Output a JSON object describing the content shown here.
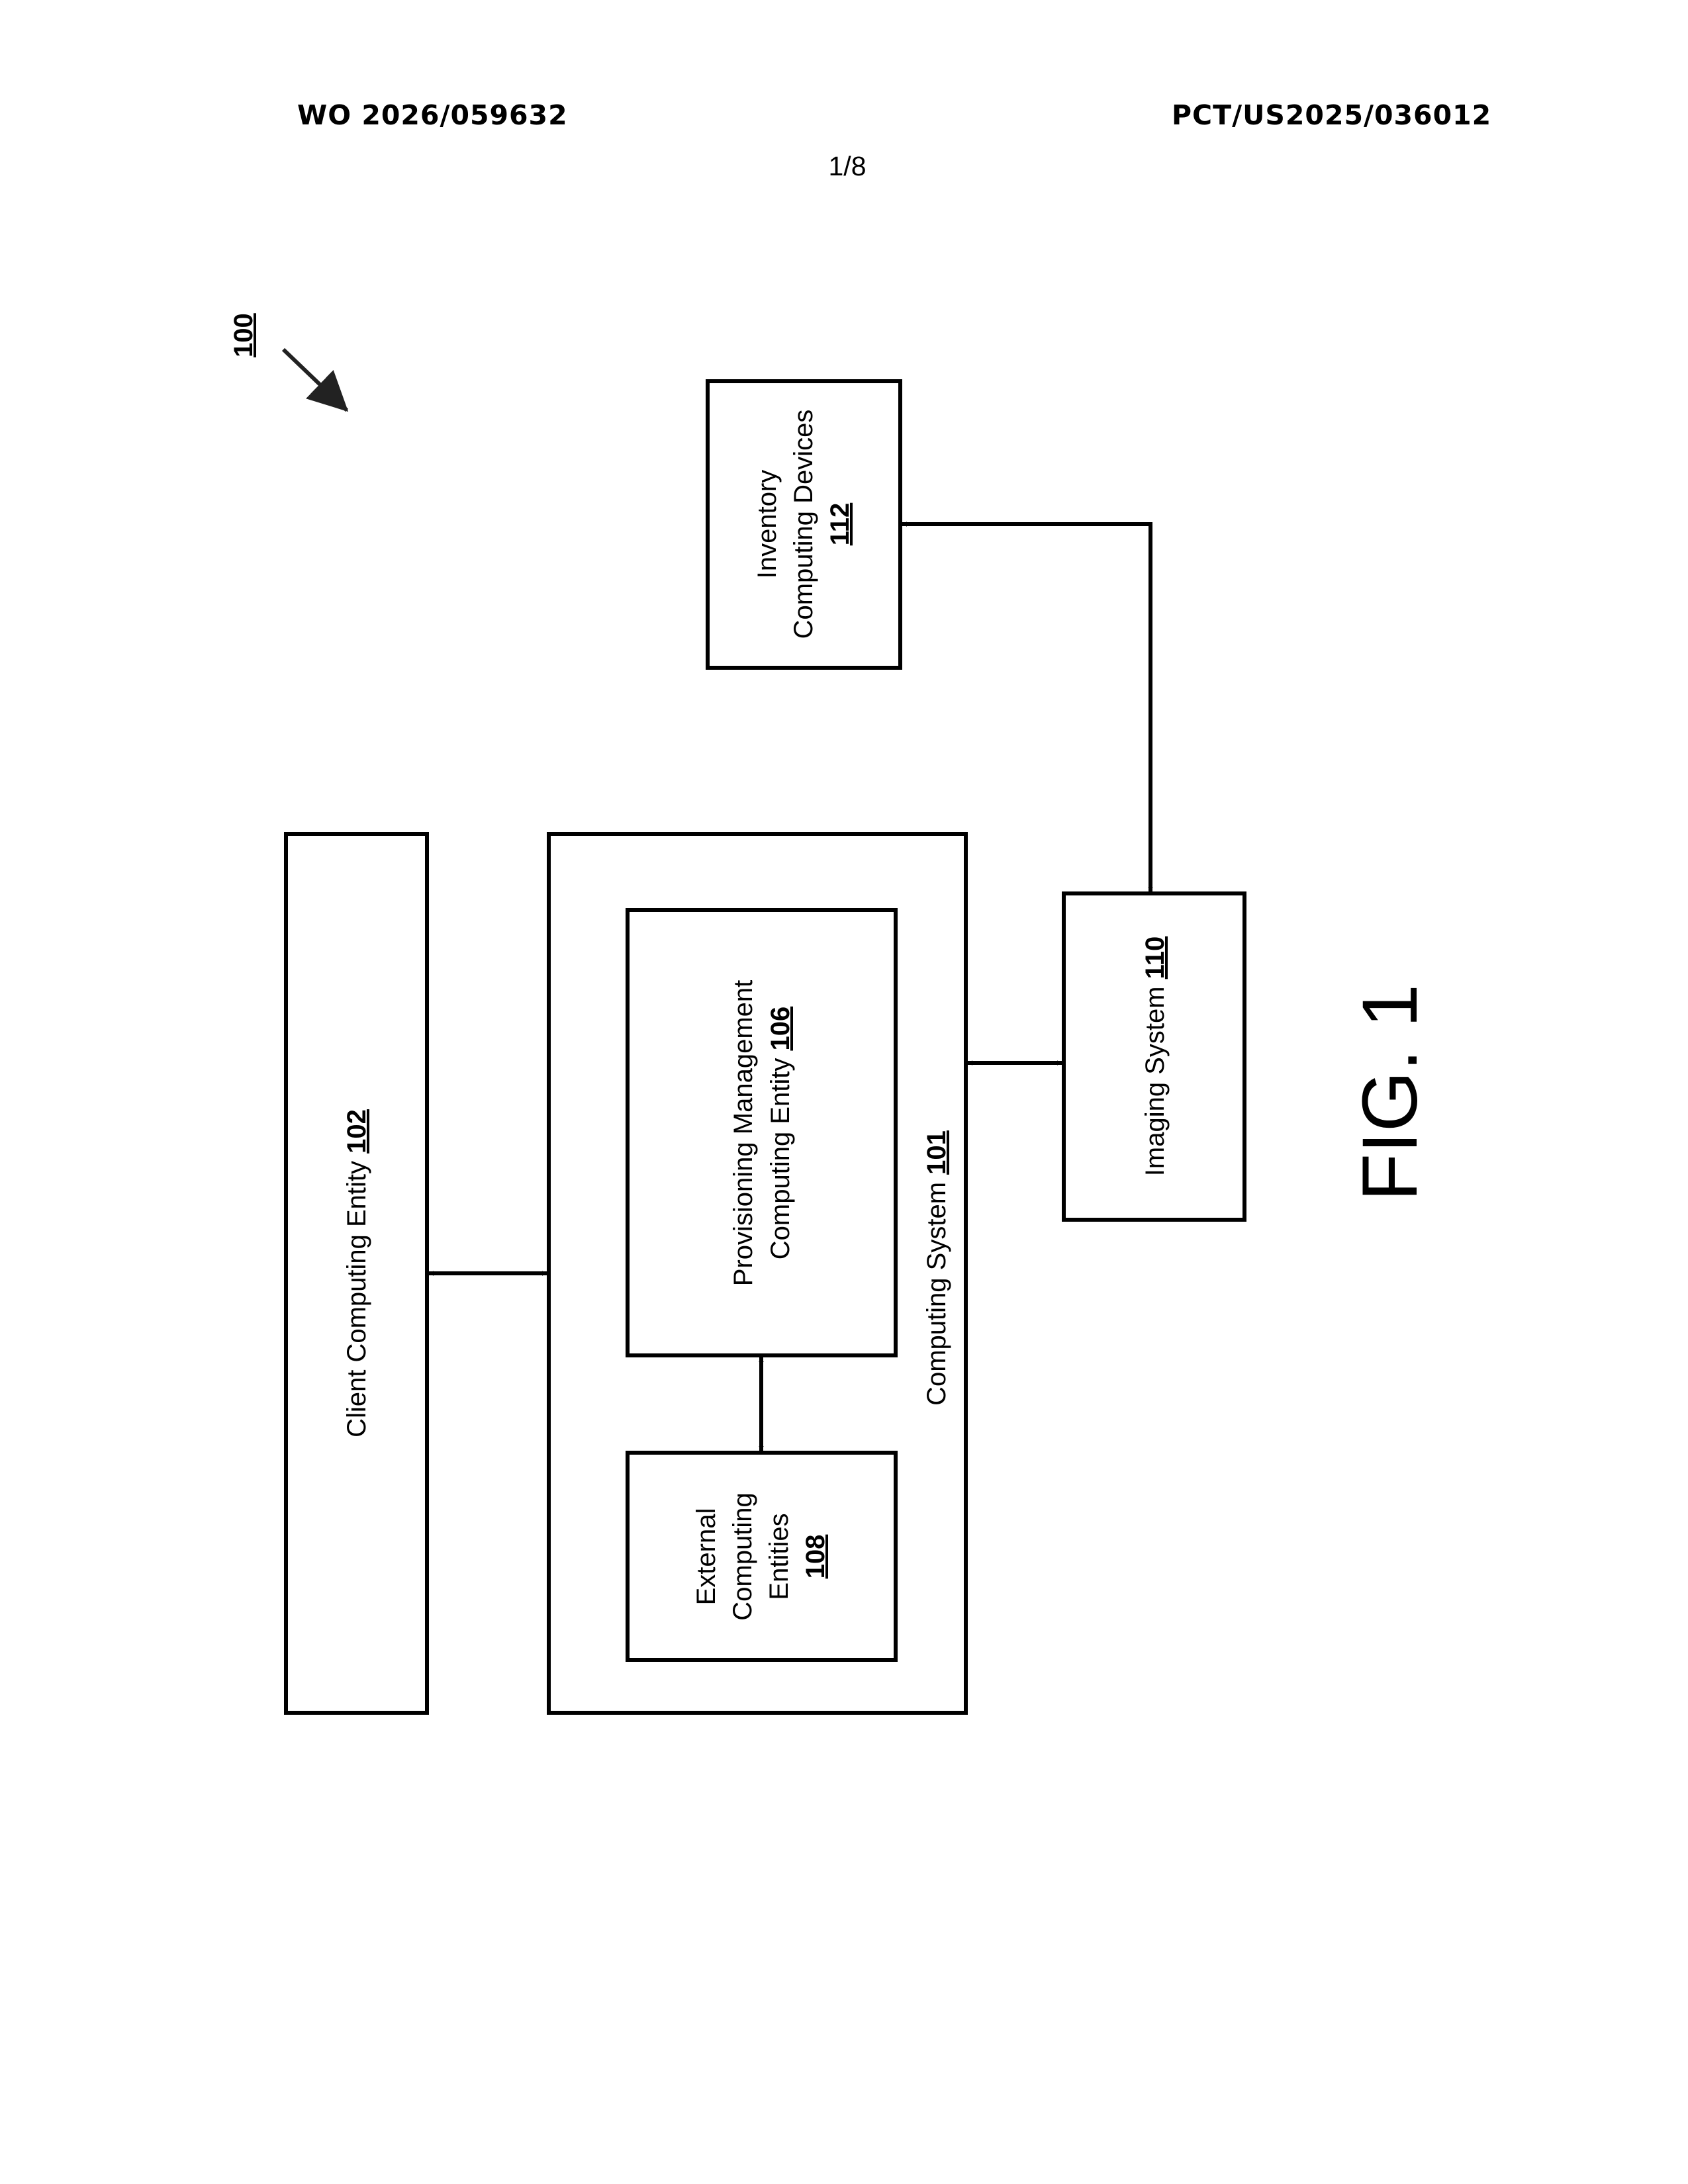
{
  "header": {
    "publication_number": "WO 2026/059632",
    "application_number": "PCT/US2025/036012",
    "sheet": "1/8"
  },
  "figure": {
    "system_ref": "100",
    "caption": "FIG. 1",
    "client": {
      "label": "Client Computing Entity ",
      "ref": "102"
    },
    "computing_system": {
      "label": "Computing System ",
      "ref": "101"
    },
    "provisioning": {
      "line1": "Provisioning Management",
      "line2": "Computing Entity ",
      "ref": "106"
    },
    "external": {
      "line1": "External",
      "line2": "Computing",
      "line3": "Entities",
      "ref": "108"
    },
    "imaging": {
      "label": "Imaging System ",
      "ref": "110"
    },
    "inventory": {
      "line1": "Inventory",
      "line2": "Computing Devices",
      "ref": "112"
    }
  }
}
